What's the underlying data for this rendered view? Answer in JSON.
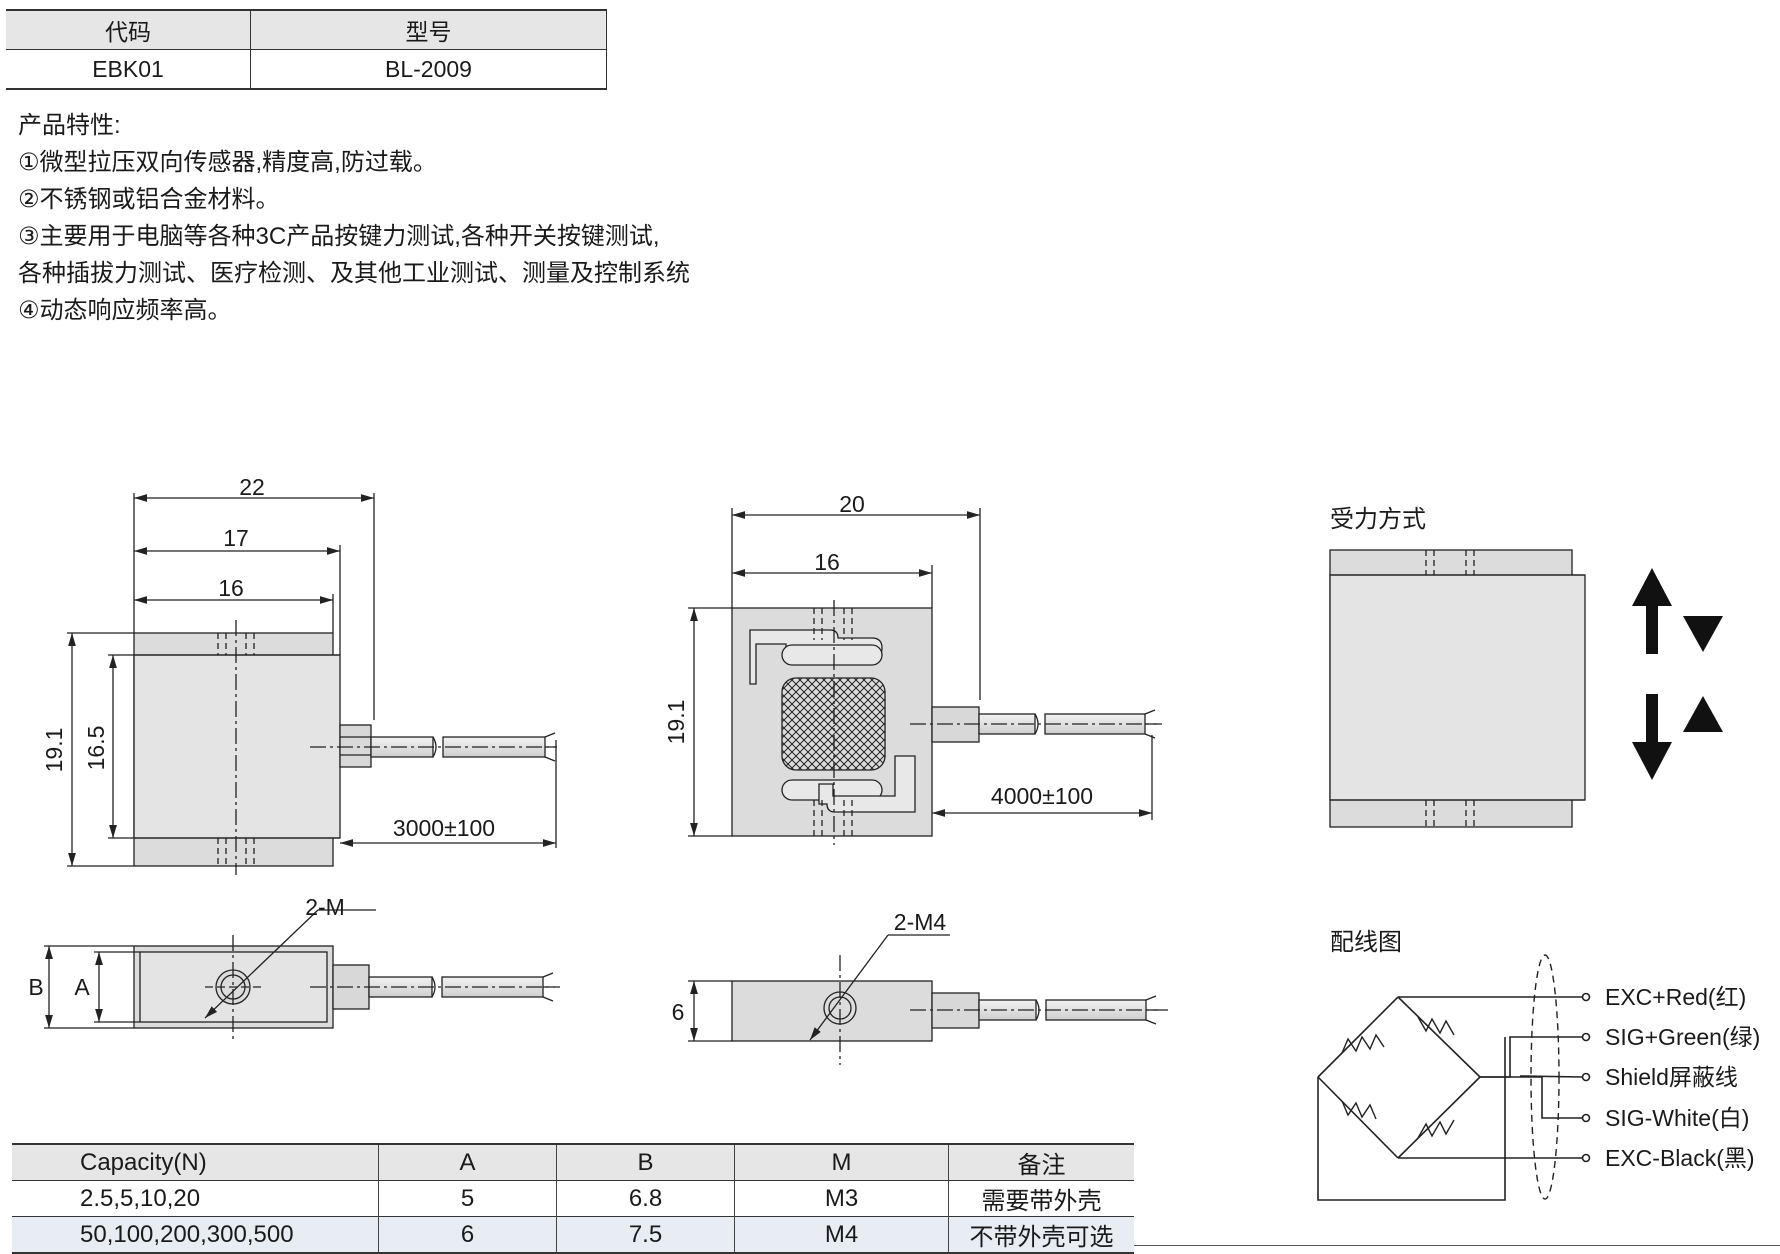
{
  "model_table": {
    "headers": [
      "代码",
      "型号"
    ],
    "row": [
      "EBK01",
      "BL-2009"
    ]
  },
  "features": {
    "title": "产品特性:",
    "items": [
      "①微型拉压双向传感器,精度高,防过载。",
      "②不锈钢或铝合金材料。",
      "③主要用于电脑等各种3C产品按键力测试,各种开关按键测试,",
      "各种插拔力测试、医疗检测、及其他工业测试、测量及控制系统",
      "④动态响应频率高。"
    ]
  },
  "drawing1": {
    "dim_22": "22",
    "dim_17": "17",
    "dim_16": "16",
    "dim_191": "19.1",
    "dim_165": "16.5",
    "cable": "3000±100",
    "bottom_label": "2-M",
    "dim_b": "B",
    "dim_a": "A"
  },
  "drawing2": {
    "dim_20": "20",
    "dim_16": "16",
    "dim_191": "19.1",
    "cable": "4000±100",
    "bottom_label": "2-M4",
    "dim_6": "6"
  },
  "force": {
    "title": "受力方式"
  },
  "wiring": {
    "title": "配线图",
    "wires": [
      "EXC+Red(红)",
      "SIG+Green(绿)",
      "Shield屏蔽线",
      "SIG-White(白)",
      "EXC-Black(黑)"
    ]
  },
  "spec_table": {
    "headers": [
      "Capacity(N)",
      "A",
      "B",
      "M",
      "备注"
    ],
    "rows": [
      [
        "2.5,5,10,20",
        "5",
        "6.8",
        "M3",
        "需要带外壳"
      ],
      [
        "50,100,200,300,500",
        "6",
        "7.5",
        "M4",
        "不带外壳可选"
      ]
    ]
  }
}
